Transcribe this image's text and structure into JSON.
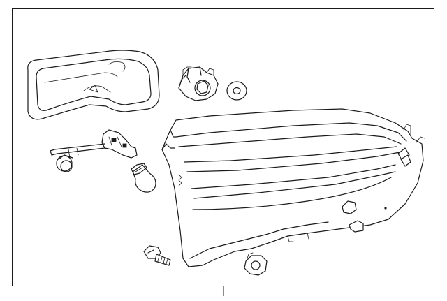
{
  "diagram": {
    "parts": [
      {
        "id": "gasket",
        "icon": "gasket-seal-icon"
      },
      {
        "id": "socket-connector",
        "icon": "bulb-socket-icon"
      },
      {
        "id": "washer",
        "icon": "washer-icon"
      },
      {
        "id": "wire-harness",
        "icon": "wire-harness-icon"
      },
      {
        "id": "bulb",
        "icon": "bulb-icon"
      },
      {
        "id": "lamp-assembly",
        "icon": "tail-lamp-housing-icon"
      },
      {
        "id": "stud-bolt",
        "icon": "stud-bolt-icon"
      },
      {
        "id": "nut",
        "icon": "nut-icon"
      }
    ],
    "callout_label": ""
  }
}
